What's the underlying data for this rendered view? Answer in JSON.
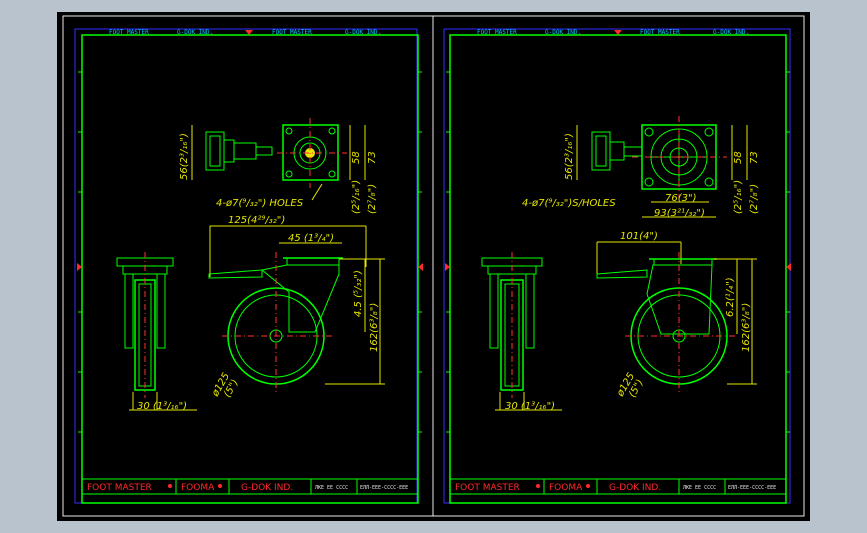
{
  "sheets": [
    {
      "header": [
        "FOOT MASTER",
        "G-DOK IND.",
        "FOOT MASTER",
        "G-DOK IND."
      ],
      "top_view": {
        "height_dim": "56(2³/₁₆\")",
        "plate_dim1": "58",
        "plate_dim2": "73",
        "side_dim1": "(2⁵/₁₆\")",
        "side_dim2": "(2⁷/₈\")"
      },
      "holes_label": "4-ø7(⁹/₃₂\") HOLES",
      "offset_dim": "125(4²⁹/₃₂\")",
      "bolt_dim": "45 (1³/₄\")",
      "swivel_dim": "4.5 (⁵/₃₂\")",
      "height_dim": "162(6³/₈\")",
      "wheel_label": "ø125",
      "wheel_label2": "(5\")",
      "width_dim": "30 (1³/₁₆\")",
      "title_block": [
        "FOOT MASTER",
        "FOOMA",
        "G-DOK IND.",
        "ЛКЕ ЕЕ СССС",
        "ЕЛЛ-ЕЕЕ-СССС-ЕЕЕ"
      ]
    },
    {
      "header": [
        "FOOT MASTER",
        "G-DOK IND.",
        "FOOT MASTER",
        "G-DOK IND."
      ],
      "top_view": {
        "height_dim": "56(2³/₁₆\")",
        "plate_dim1": "58",
        "plate_dim2": "73",
        "side_dim1": "(2⁵/₁₆\")",
        "side_dim2": "(2⁷/₈\")",
        "inner_w": "76(3\")",
        "outer_w": "93(3²¹/₃₂\")"
      },
      "holes_label": "4-ø7(⁹/₃₂\")S/HOLES",
      "offset_dim": "101(4\")",
      "height_dim1": "6.2(¹/₄\")",
      "height_dim": "162(6³/₈\")",
      "wheel_label": "ø125",
      "wheel_label2": "(5\")",
      "width_dim": "30 (1³/₁₆\")",
      "title_block": [
        "FOOT MASTER",
        "FOOMA",
        "G-DOK IND.",
        "ЛКЕ ЕЕ СССС",
        "ЕЛЛ-ЕЕЕ-СССС-ЕЕЕ"
      ]
    }
  ]
}
